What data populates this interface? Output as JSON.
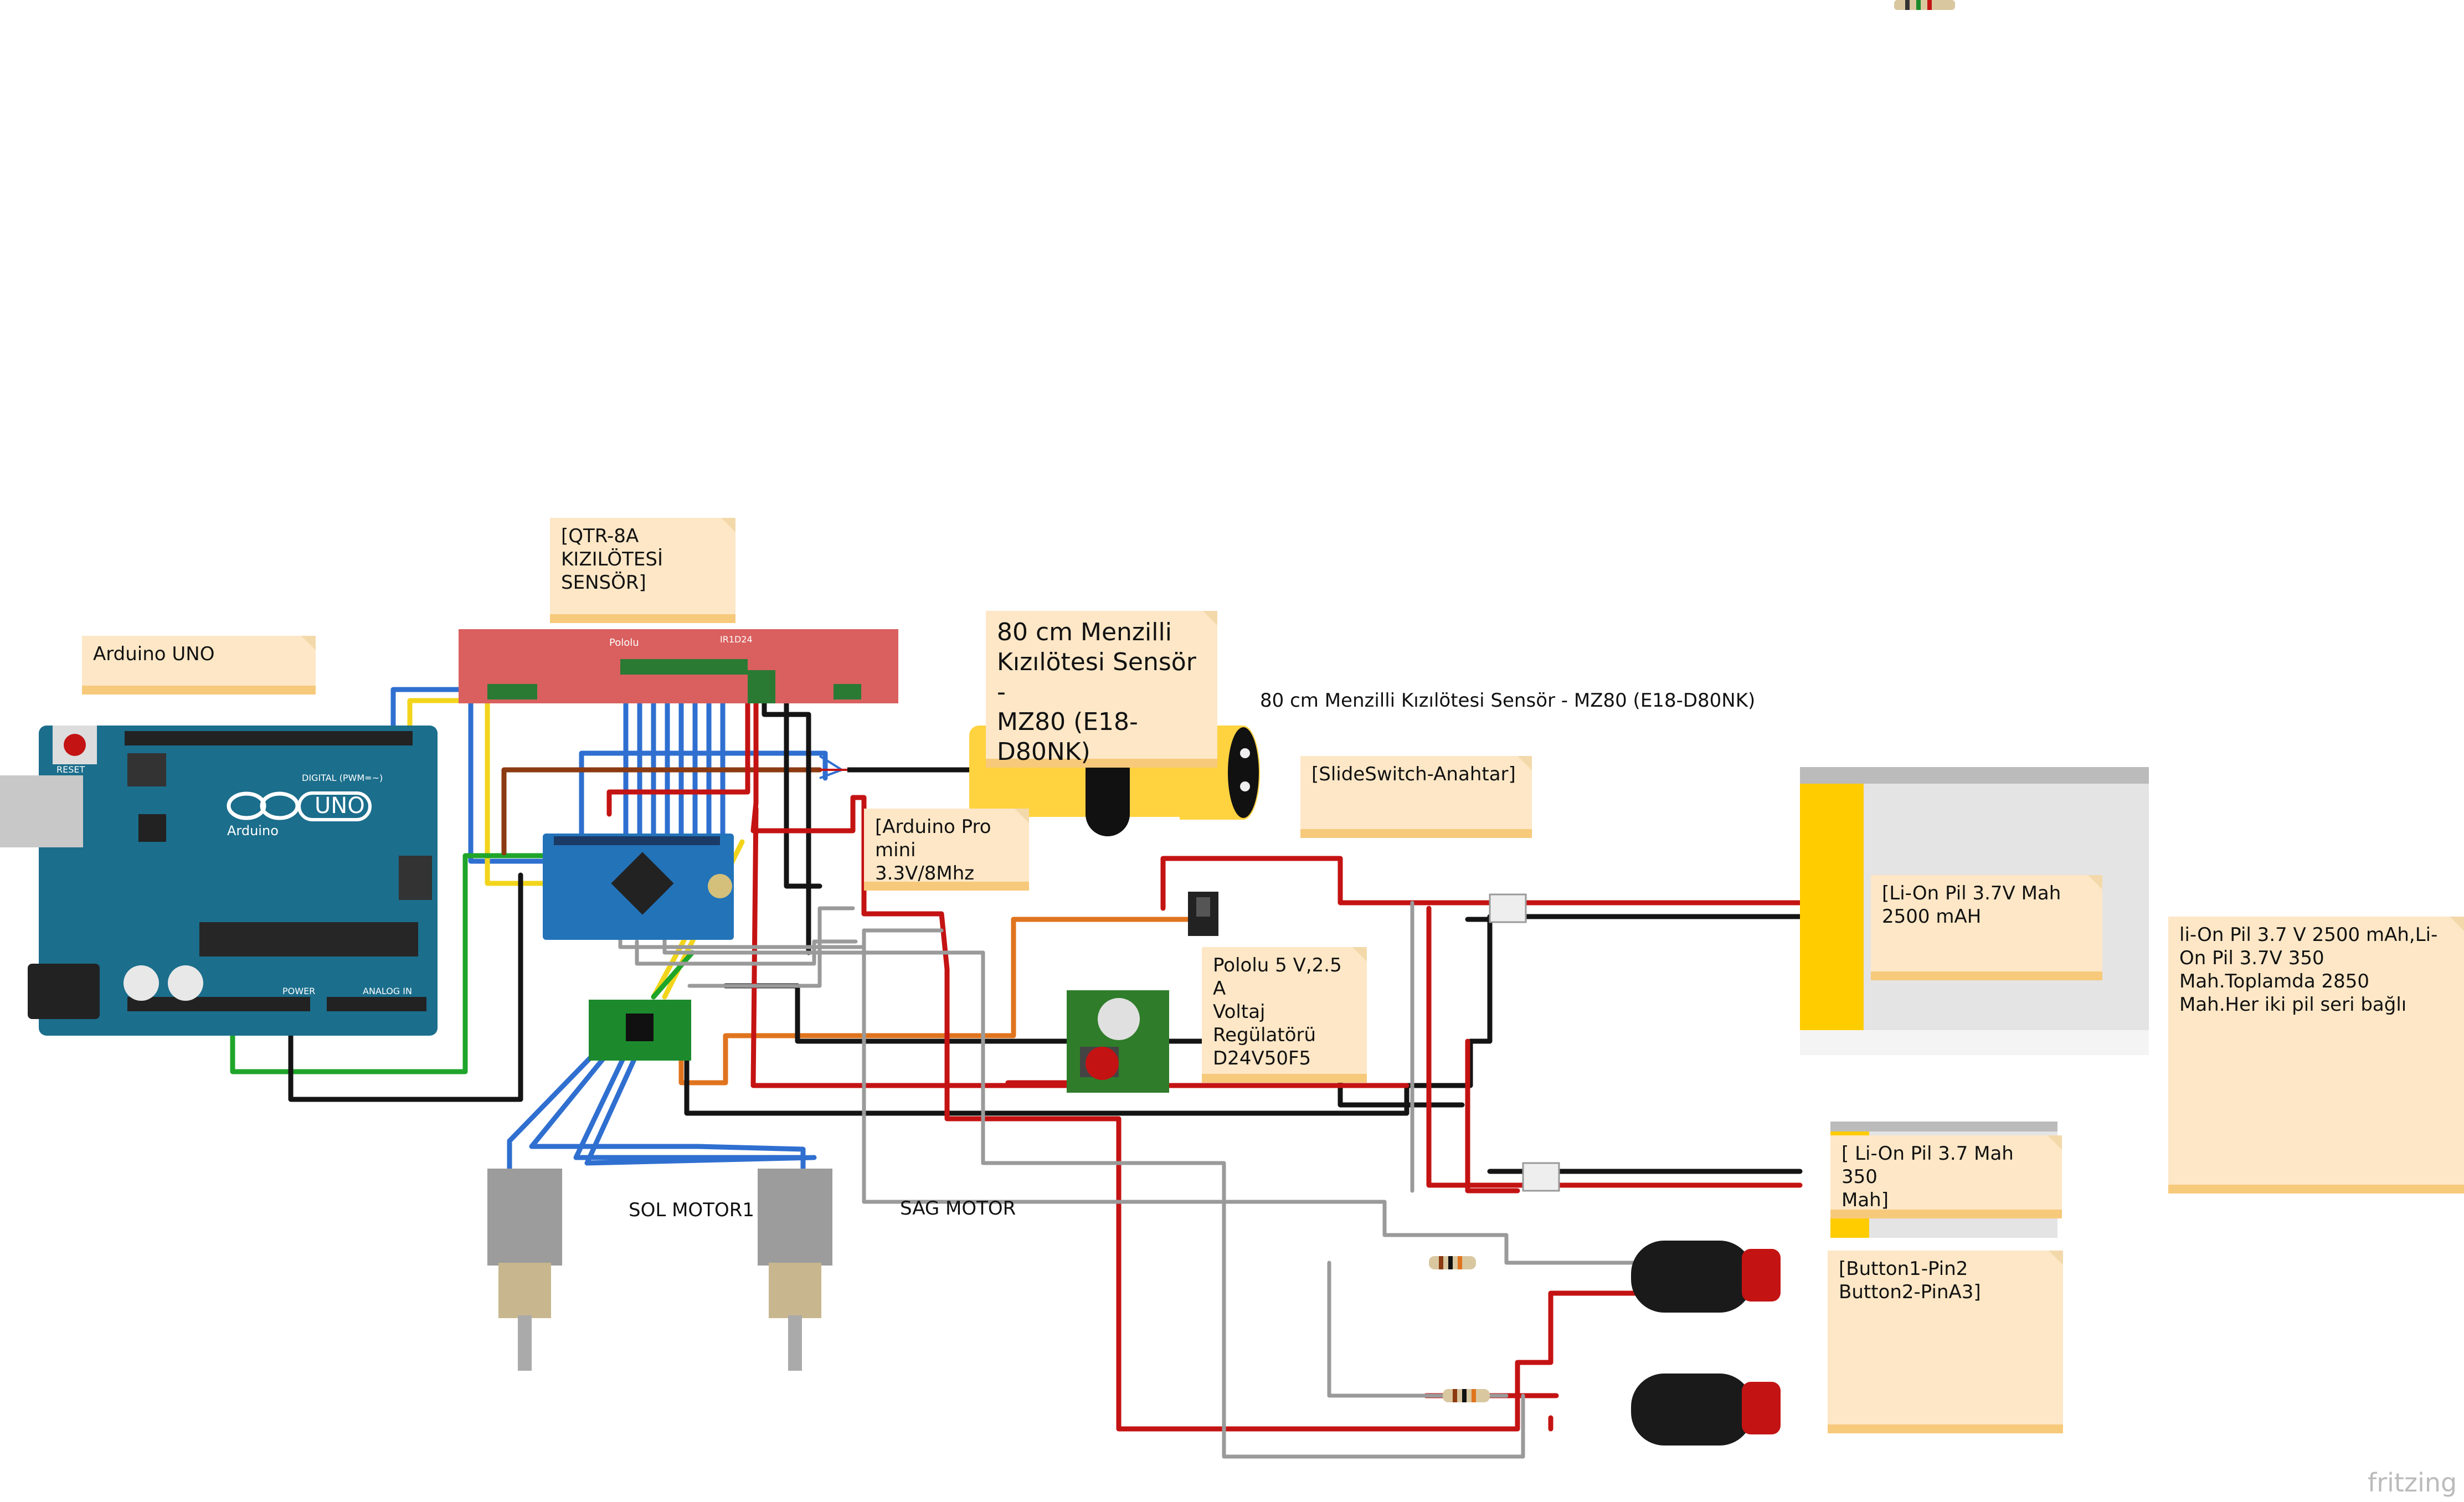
{
  "notes": {
    "arduino_uno": "Arduino UNO",
    "qtr": "[QTR-8A\nKIZILÖTESİ\nSENSÖR]",
    "mz80_note": "80 cm Menzilli\nKızılötesi Sensör -\nMZ80 (E18-\nD80NK)",
    "pro_mini": "[Arduino Pro\nmini 3.3V/8Mhz",
    "slideswitch": "[SlideSwitch-Anahtar]",
    "pololu_reg": "Pololu 5 V,2.5 A\nVoltaj\nRegülatörü\nD24V50F5",
    "liion_2500": "[Li-On Pil 3.7V Mah\n2500 mAH",
    "liion_350": "[ Li-On Pil 3.7 Mah 350\nMah]",
    "liion_total": "li-On Pil 3.7 V 2500 mAh,Li-\nOn Pil 3.7V 350\nMah.Toplamda 2850\nMah.Her iki pil seri bağlı",
    "buttons": "[Button1-Pin2\nButton2-PinA3]"
  },
  "labels": {
    "mz80_title": "80 cm Menzilli Kızılötesi Sensör - MZ80 (E18-D80NK)",
    "sol_motor": "SOL MOTOR1",
    "sag_motor": "SAG MOTOR",
    "uno_logo": "UNO",
    "uno_brand": "Arduino",
    "reset": "RESET",
    "digital": "DIGITAL (PWM=~)",
    "power": "POWER",
    "analog": "ANALOG IN",
    "qtr_brand": "Pololu",
    "qtr_ir": "IR1D24",
    "fritzing": "fritzing"
  },
  "colors": {
    "wire_red": "#c41313",
    "wire_black": "#141414",
    "wire_blue": "#2f6fd0",
    "wire_yellow": "#f2d51b",
    "wire_green": "#1fa52a",
    "wire_brown": "#8b3a12",
    "wire_orange": "#e0741e",
    "wire_gray": "#9a9a9a",
    "arduino_teal": "#1b6e8c",
    "qtr_red": "#d9605f",
    "sensor_yellow": "#ffd23f",
    "battery_yellow": "#ffcc00",
    "pcb_green": "#2f7d2a",
    "note_fill": "#fde7c6",
    "note_band": "#f7c97b"
  },
  "icons": [
    "usb-port-icon",
    "power-jack-icon",
    "reset-button-icon",
    "arduino-logo-icon",
    "button-cap-icon"
  ]
}
